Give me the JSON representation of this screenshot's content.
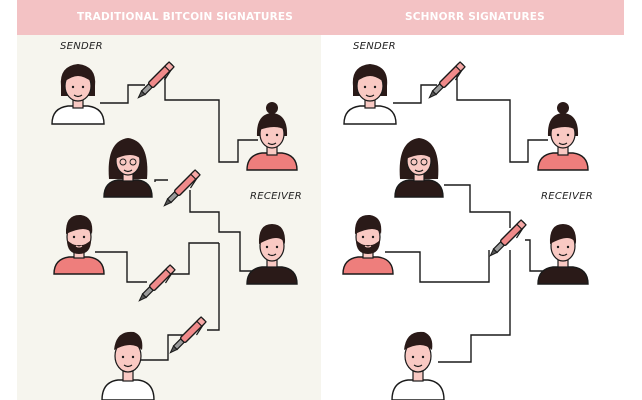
{
  "header": {
    "left_title": "TRADITIONAL BITCOIN SIGNATURES",
    "right_title": "SCHNORR SIGNATURES",
    "background": "#f3c2c4",
    "title_color": "#ffffff"
  },
  "left_panel": {
    "sender_label": "SENDER",
    "receiver_label": "RECEIVER",
    "background": "#f6f5ee"
  },
  "right_panel": {
    "sender_label": "SENDER",
    "receiver_label": "RECEIVER",
    "background": "#ffffff"
  },
  "colors": {
    "line": "#1a1a1a",
    "skin": "#f9c9c3",
    "shirt_pink": "#ee7e7c",
    "hair_dark": "#2a1a18",
    "pen_pink": "#f08a8a",
    "pen_gray": "#9a9a9a"
  },
  "icons": [
    "person-icon",
    "pen-icon"
  ]
}
